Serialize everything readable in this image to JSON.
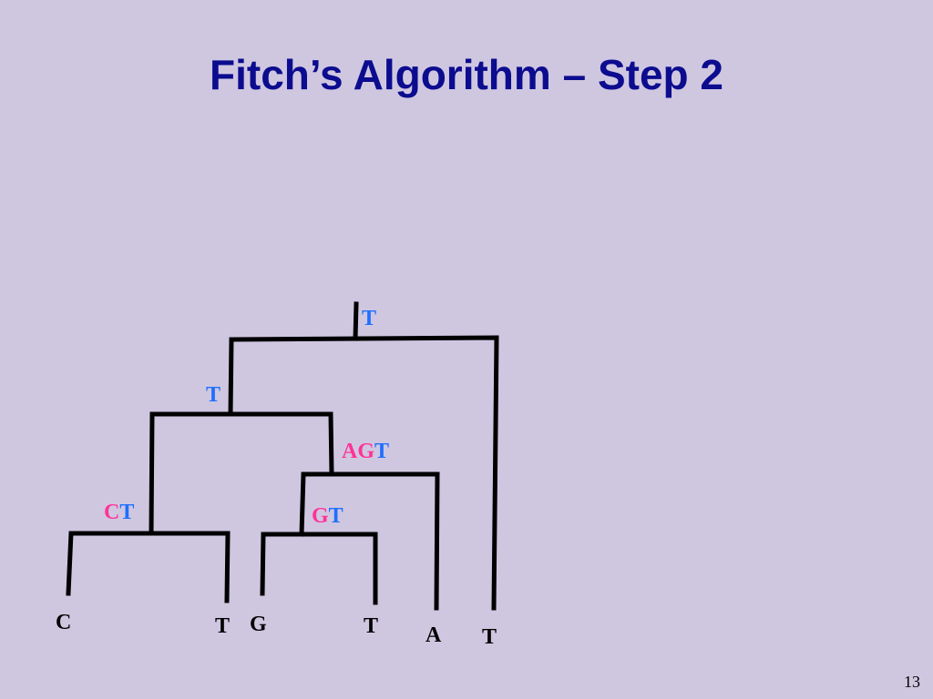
{
  "slide": {
    "title": "Fitch’s Algorithm – Step 2",
    "page_number": "13"
  },
  "colors": {
    "background": "#cfc7e0",
    "title": "#0c0c8f",
    "edge": "#000000",
    "pink": "#ff3399",
    "blue": "#1f6fff"
  },
  "tree": {
    "leaves": [
      {
        "id": "leaf-1",
        "label": "C"
      },
      {
        "id": "leaf-2",
        "label": "T"
      },
      {
        "id": "leaf-3",
        "label": "G"
      },
      {
        "id": "leaf-4",
        "label": "T"
      },
      {
        "id": "leaf-5",
        "label": "A"
      },
      {
        "id": "leaf-6",
        "label": "T"
      }
    ],
    "internal_nodes": [
      {
        "id": "node-ct",
        "parts": [
          {
            "text": "C",
            "color": "pink"
          },
          {
            "text": "T",
            "color": "blue"
          }
        ]
      },
      {
        "id": "node-gt",
        "parts": [
          {
            "text": "G",
            "color": "pink"
          },
          {
            "text": "T",
            "color": "blue"
          }
        ]
      },
      {
        "id": "node-agt",
        "parts": [
          {
            "text": "A",
            "color": "pink"
          },
          {
            "text": "G",
            "color": "pink"
          },
          {
            "text": "T",
            "color": "blue"
          }
        ]
      },
      {
        "id": "node-t-mid",
        "parts": [
          {
            "text": "T",
            "color": "blue"
          }
        ]
      },
      {
        "id": "node-t-root",
        "parts": [
          {
            "text": "T",
            "color": "blue"
          }
        ]
      }
    ]
  }
}
